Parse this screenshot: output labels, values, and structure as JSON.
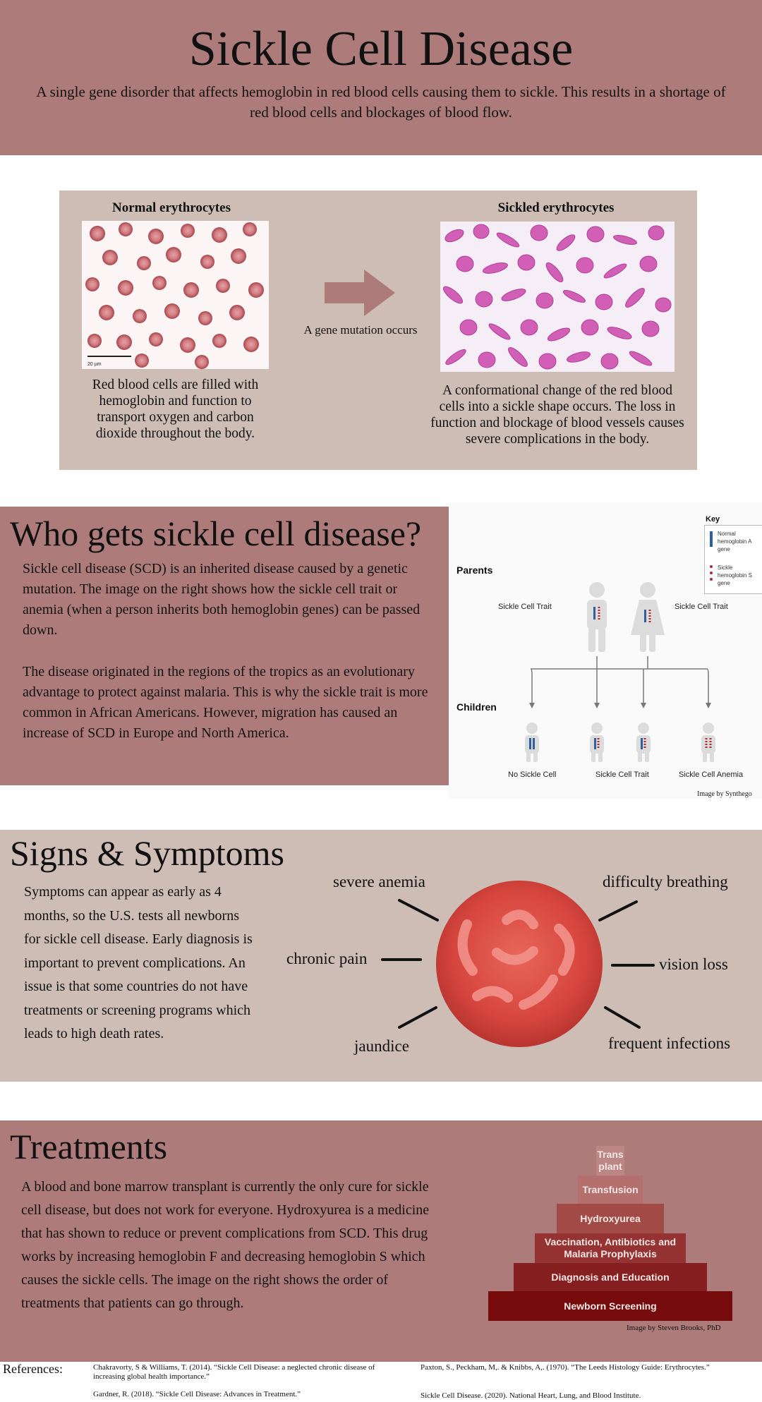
{
  "header": {
    "title": "Sickle Cell Disease",
    "subtitle": "A single gene disorder that affects hemoglobin in red blood cells causing them to sickle. This results in a shortage of red blood cells and blockages of blood flow."
  },
  "erythrocytes": {
    "normal_title": "Normal erythrocytes",
    "normal_scale": "20 µm",
    "normal_desc": "Red blood cells are filled with hemoglobin and function to transport oxygen and carbon dioxide throughout the body.",
    "arrow_label": "A gene mutation occurs",
    "sickled_title": "Sickled erythrocytes",
    "sickled_desc": "A conformational change of the red blood cells into a sickle shape occurs. The loss in function and blockage of blood vessels causes severe complications in the body."
  },
  "who": {
    "title": "Who gets sickle cell disease?",
    "para1": "Sickle cell disease (SCD) is an inherited disease caused by a genetic mutation. The image on the right shows how the sickle cell trait or anemia (when a person inherits both hemoglobin genes) can be passed down.",
    "para2": "The disease originated in the regions of the tropics as an evolutionary advantage to protect against malaria. This is why the sickle trait is more common in African Americans. However, migration has caused an increase of SCD in Europe and North America.",
    "diagram": {
      "key_title": "Key",
      "key_normal": "Normal hemoglobin A gene",
      "key_sickle": "Sickle hemoglobin S gene",
      "parents_label": "Parents",
      "parent_left": "Sickle Cell Trait",
      "parent_right": "Sickle Cell Trait",
      "children_label": "Children",
      "child_1": "No Sickle Cell",
      "child_2": "Sickle Cell Trait",
      "child_3": "Sickle Cell Anemia",
      "credit": "Image by Synthego",
      "colors": {
        "normal": "#2f5f9e",
        "sickle": "#b02a35"
      }
    }
  },
  "signs": {
    "title": "Signs & Symptoms",
    "para": "Symptoms can appear as early as 4 months, so the U.S. tests all newborns for sickle cell disease. Early diagnosis is important to prevent complications. An issue is that some countries do not have treatments or screening programs which leads to high death rates.",
    "symptoms": {
      "severe_anemia": "severe anemia",
      "difficulty_breathing": "difficulty breathing",
      "chronic_pain": "chronic pain",
      "vision_loss": "vision loss",
      "jaundice": "jaundice",
      "frequent_infections": "frequent infections"
    }
  },
  "treatments": {
    "title": "Treatments",
    "para": "A blood and bone marrow transplant is currently the only cure for sickle cell disease, but does not work for everyone. Hydroxyurea is a medicine that has shown to reduce or prevent complications from SCD. This drug works by increasing hemoglobin F and decreasing hemoglobin S which causes the sickle cells. The image on the right shows the order of treatments that patients can go through.",
    "pyramid": {
      "level1": "Trans plant",
      "level2": "Transfusion",
      "level3": "Hydroxyurea",
      "level4": "Vaccination, Antibiotics and Malaria Prophylaxis",
      "level5": "Diagnosis and Education",
      "level6": "Newborn Screening"
    },
    "credit": "Image by Steven Brooks, PhD"
  },
  "references": {
    "label": "References:",
    "ref1": "Chakravorty, S & Williams, T. (2014). “Sickle Cell Disease: a neglected chronic disease of increasing global health importance.”",
    "ref2": "Gardner, R. (2018). “Sickle Cell Disease: Advances in Treatment.”",
    "ref3": "Paxton, S., Peckham, M,. & Knibbs, A,. (1970). “The Leeds Histology Guide: Erythrocytes.”",
    "ref4": "Sickle Cell Disease. (2020). National Heart, Lung, and Blood Institute."
  }
}
